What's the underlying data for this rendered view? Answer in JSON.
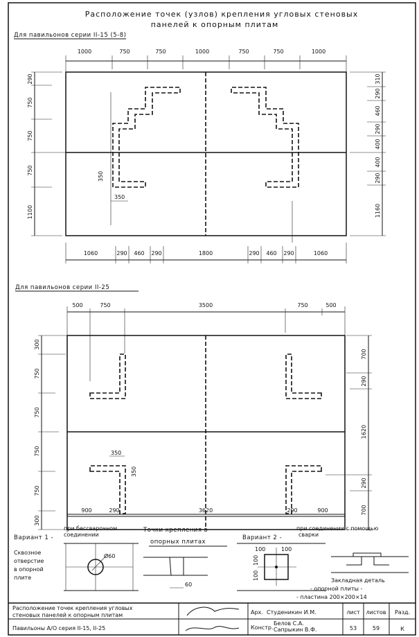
{
  "title": {
    "line1": "Расположение точек (узлов) крепления угловых стеновых",
    "line2": "панелей к опорным плитам"
  },
  "plan1": {
    "heading": "Для павильонов серии II-15 (5-8)",
    "top_dims": [
      "1000",
      "750",
      "750",
      "1000",
      "750",
      "750",
      "1000"
    ],
    "bottom_dims": [
      "1060",
      "290",
      "460",
      "290",
      "1800",
      "290",
      "460",
      "290",
      "1060"
    ],
    "left_dims": [
      "290",
      "750",
      "750",
      "750",
      "1100"
    ],
    "right_dims": [
      "310",
      "290",
      "460",
      "290",
      "400",
      "400",
      "290",
      "1160"
    ],
    "detail_dim_v": "350",
    "detail_dim_h": "350"
  },
  "plan2": {
    "heading": "Для павильонов серии II-25",
    "top_dims": [
      "500",
      "750",
      "3500",
      "750",
      "500"
    ],
    "bottom_dims": [
      "900",
      "290",
      "3620",
      "290",
      "900"
    ],
    "left_dims": [
      "300",
      "750",
      "750",
      "750",
      "750",
      "300"
    ],
    "right_dims": [
      "700",
      "290",
      "1620",
      "290",
      "700"
    ],
    "detail_dim_h": "350",
    "detail_dim_v": "350"
  },
  "details": {
    "variant1_label": "Вариант 1 -",
    "variant1_desc_1": "при бессварочном",
    "variant1_desc_2": "соединении",
    "hole_1": "Сквозное",
    "hole_2": "отверстие",
    "hole_3": "в опорной",
    "hole_4": "плите",
    "diameter": "Ø60",
    "center_title_1": "Точки крепления в",
    "center_title_2": "опорных плитах",
    "gap_dim": "60",
    "variant2_label": "Вариант 2 -",
    "variant2_desc_1": "при соединении с помощью",
    "variant2_desc_2": "сварки",
    "plate_dim_a": "100",
    "plate_dim_b": "100",
    "plate_dim_c": "100",
    "plate_dim_d": "100",
    "embed_1": "Закладная деталь",
    "embed_2": "- опорной плиты -",
    "embed_3": "- пластина 200×200×14"
  },
  "title_block": {
    "desc_1": "Расположение точек крепления угловых",
    "desc_2": "стеновых панелей к опорным плитам",
    "project": "Павильоны А/О серия II-15, II-25",
    "role_arch": "Арх.",
    "name_arch": "Студеникин И.М.",
    "role_constr": "Констр.",
    "name_constr_1": "Белов С.А.",
    "name_constr_2": "Сапрыкин В.Ф.",
    "sheet_label": "лист",
    "sheets_label": "листов",
    "section_label": "Разд.",
    "sheet": "53",
    "sheets": "59",
    "section": "К"
  }
}
